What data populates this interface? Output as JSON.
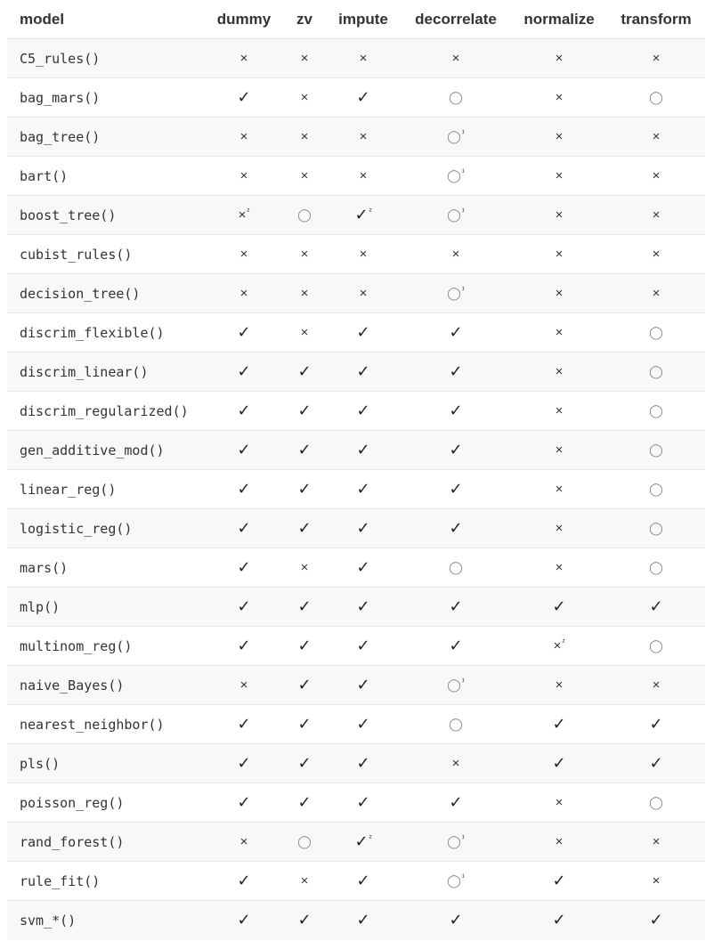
{
  "table": {
    "columns": [
      "model",
      "dummy",
      "zv",
      "impute",
      "decorrelate",
      "normalize",
      "transform"
    ],
    "symbols": {
      "yes": "✓",
      "no": "×",
      "optional": "◯"
    },
    "rows": [
      {
        "model": "C5_rules()",
        "cells": [
          "no",
          "no",
          "no",
          "no",
          "no",
          "no"
        ],
        "notes": [
          "",
          "",
          "",
          "",
          "",
          ""
        ]
      },
      {
        "model": "bag_mars()",
        "cells": [
          "yes",
          "no",
          "yes",
          "optional",
          "no",
          "optional"
        ],
        "notes": [
          "",
          "",
          "",
          "",
          "",
          ""
        ]
      },
      {
        "model": "bag_tree()",
        "cells": [
          "no",
          "no",
          "no",
          "optional",
          "no",
          "no"
        ],
        "notes": [
          "",
          "",
          "",
          "¹",
          "",
          ""
        ]
      },
      {
        "model": "bart()",
        "cells": [
          "no",
          "no",
          "no",
          "optional",
          "no",
          "no"
        ],
        "notes": [
          "",
          "",
          "",
          "¹",
          "",
          ""
        ]
      },
      {
        "model": "boost_tree()",
        "cells": [
          "no",
          "optional",
          "yes",
          "optional",
          "no",
          "no"
        ],
        "notes": [
          "²",
          "",
          "²",
          "¹",
          "",
          ""
        ]
      },
      {
        "model": "cubist_rules()",
        "cells": [
          "no",
          "no",
          "no",
          "no",
          "no",
          "no"
        ],
        "notes": [
          "",
          "",
          "",
          "",
          "",
          ""
        ]
      },
      {
        "model": "decision_tree()",
        "cells": [
          "no",
          "no",
          "no",
          "optional",
          "no",
          "no"
        ],
        "notes": [
          "",
          "",
          "",
          "¹",
          "",
          ""
        ]
      },
      {
        "model": "discrim_flexible()",
        "cells": [
          "yes",
          "no",
          "yes",
          "yes",
          "no",
          "optional"
        ],
        "notes": [
          "",
          "",
          "",
          "",
          "",
          ""
        ]
      },
      {
        "model": "discrim_linear()",
        "cells": [
          "yes",
          "yes",
          "yes",
          "yes",
          "no",
          "optional"
        ],
        "notes": [
          "",
          "",
          "",
          "",
          "",
          ""
        ]
      },
      {
        "model": "discrim_regularized()",
        "cells": [
          "yes",
          "yes",
          "yes",
          "yes",
          "no",
          "optional"
        ],
        "notes": [
          "",
          "",
          "",
          "",
          "",
          ""
        ]
      },
      {
        "model": "gen_additive_mod()",
        "cells": [
          "yes",
          "yes",
          "yes",
          "yes",
          "no",
          "optional"
        ],
        "notes": [
          "",
          "",
          "",
          "",
          "",
          ""
        ]
      },
      {
        "model": "linear_reg()",
        "cells": [
          "yes",
          "yes",
          "yes",
          "yes",
          "no",
          "optional"
        ],
        "notes": [
          "",
          "",
          "",
          "",
          "",
          ""
        ]
      },
      {
        "model": "logistic_reg()",
        "cells": [
          "yes",
          "yes",
          "yes",
          "yes",
          "no",
          "optional"
        ],
        "notes": [
          "",
          "",
          "",
          "",
          "",
          ""
        ]
      },
      {
        "model": "mars()",
        "cells": [
          "yes",
          "no",
          "yes",
          "optional",
          "no",
          "optional"
        ],
        "notes": [
          "",
          "",
          "",
          "",
          "",
          ""
        ]
      },
      {
        "model": "mlp()",
        "cells": [
          "yes",
          "yes",
          "yes",
          "yes",
          "yes",
          "yes"
        ],
        "notes": [
          "",
          "",
          "",
          "",
          "",
          ""
        ]
      },
      {
        "model": "multinom_reg()",
        "cells": [
          "yes",
          "yes",
          "yes",
          "yes",
          "no",
          "optional"
        ],
        "notes": [
          "",
          "",
          "",
          "",
          "²",
          ""
        ]
      },
      {
        "model": "naive_Bayes()",
        "cells": [
          "no",
          "yes",
          "yes",
          "optional",
          "no",
          "no"
        ],
        "notes": [
          "",
          "",
          "",
          "¹",
          "",
          ""
        ]
      },
      {
        "model": "nearest_neighbor()",
        "cells": [
          "yes",
          "yes",
          "yes",
          "optional",
          "yes",
          "yes"
        ],
        "notes": [
          "",
          "",
          "",
          "",
          "",
          ""
        ]
      },
      {
        "model": "pls()",
        "cells": [
          "yes",
          "yes",
          "yes",
          "no",
          "yes",
          "yes"
        ],
        "notes": [
          "",
          "",
          "",
          "",
          "",
          ""
        ]
      },
      {
        "model": "poisson_reg()",
        "cells": [
          "yes",
          "yes",
          "yes",
          "yes",
          "no",
          "optional"
        ],
        "notes": [
          "",
          "",
          "",
          "",
          "",
          ""
        ]
      },
      {
        "model": "rand_forest()",
        "cells": [
          "no",
          "optional",
          "yes",
          "optional",
          "no",
          "no"
        ],
        "notes": [
          "",
          "",
          "²",
          "¹",
          "",
          ""
        ]
      },
      {
        "model": "rule_fit()",
        "cells": [
          "yes",
          "no",
          "yes",
          "optional",
          "yes",
          "no"
        ],
        "notes": [
          "",
          "",
          "",
          "¹",
          "",
          ""
        ]
      },
      {
        "model": "svm_*()",
        "cells": [
          "yes",
          "yes",
          "yes",
          "yes",
          "yes",
          "yes"
        ],
        "notes": [
          "",
          "",
          "",
          "",
          "",
          ""
        ]
      }
    ]
  }
}
